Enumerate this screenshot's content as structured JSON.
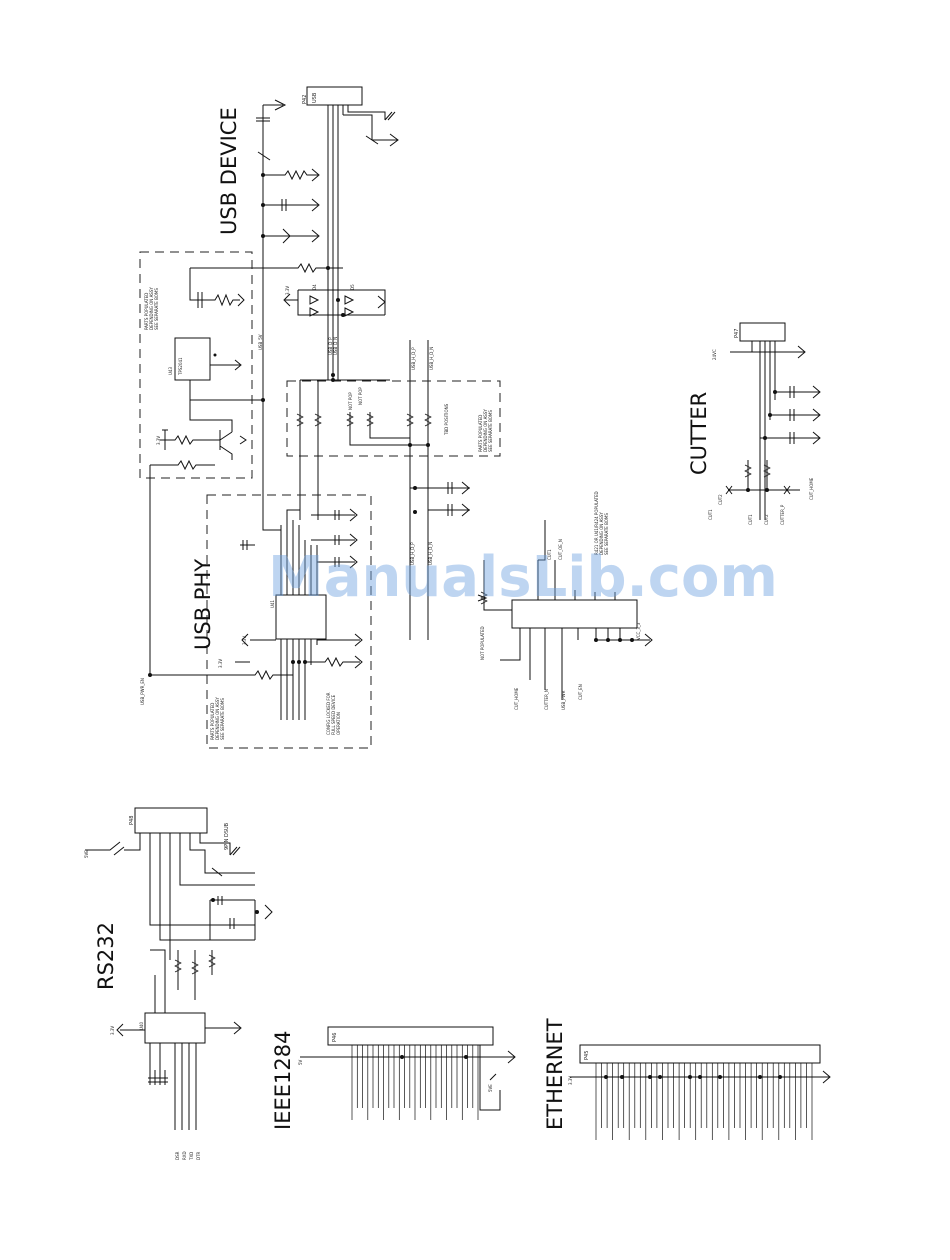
{
  "sections": {
    "usb_device": "USB   DEVICE",
    "usb_phy": "USB   PHY",
    "cutter": "CUTTER",
    "rs232": "RS232",
    "ieee1284": "IEEE1284",
    "ethernet": "ETHERNET"
  },
  "watermark": "ManualsLib.com",
  "parts": {
    "p42": "P42",
    "p42_type": "USB",
    "p48": "P48",
    "p48_type": "9PIN   DSUB",
    "p47": "P47",
    "p46": "P46",
    "p45": "P45",
    "u43": "U43",
    "u43_pn": "TPS2041",
    "u42": "U42",
    "u41": "U41"
  },
  "notes": {
    "device_pop": "PARTS   POPULATED\nDEPENDING   ON   ASSY\nSEE   SEPARATE   BOMS",
    "phy_pop": "PARTS   POPULATED\nDEPENDING   ON   ASSY\nSEE   SEPARATE   BOMS",
    "notpop": "NOT   POPULATED",
    "notpop2": "NOT   POP",
    "cutter_pop": "R421   OR   U41/R424   POPULATED\nDEPENDING   ON   ASSY\nSEE   SEPARATE   BOMS",
    "config": "CONFIG   LOCKED   FOR\nFULL   SPEED   DEVICE\nOPERATION"
  },
  "signals": {
    "v5": "5V",
    "v33": "3.3V",
    "v24": "24VC",
    "usb_d_plus": "USB_D_P",
    "usb_d_minus": "USB_D_N",
    "usb_pwr": "USB_PWR_EN",
    "cut_home": "CUT_HOME",
    "cut1": "CUT1",
    "cut2": "CUT2",
    "cutter_p": "CUTTER_P",
    "dsub": "DSUB"
  },
  "colors": {
    "ink": "#111111",
    "watermark": "#6fa1e0"
  }
}
